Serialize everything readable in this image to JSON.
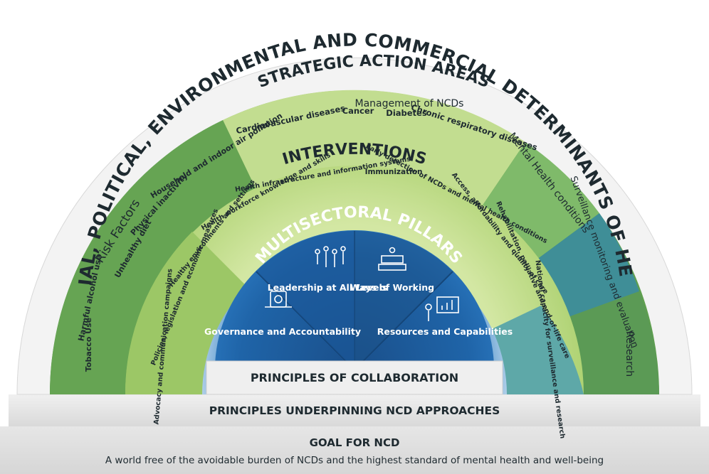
{
  "outer_arc_title": "SOCIAL, POLITICAL, ENVIRONMENTAL AND COMMERCIAL DETERMINANTS OF HEALTH",
  "strategic": {
    "title": "STRATEGIC ACTION AREAS",
    "subtitle": "Management of NCDs",
    "items": [
      "Cardiovascular diseases",
      "Cancer",
      "Diabetes",
      "Chronic respiratory diseases"
    ]
  },
  "risk_factors": {
    "title": "Risk Factors",
    "items": [
      "Tobacco Use",
      "Harmful alcohol use",
      "Unhealthy diet",
      "Physical inactivity",
      "Household and indoor air pollution"
    ]
  },
  "right_areas": {
    "mental_health": "Mental Health conditions",
    "surveillance": "Surveillance monitoring and evaluation",
    "research": "Research"
  },
  "interventions": {
    "title": "INTERVENTIONS",
    "items": [
      "Advocacy and communication campaigns",
      "Policies, legislation and economic measures",
      "Healthy environments and settings",
      "Health workforce knowledge and skills",
      "Health infrastructure and information systems",
      "Immunization",
      "Early detection of NCDs and mental health conditions",
      "Access, affordability and quality of care",
      "Rehabilitation, palliative and end-of-life care",
      "National capacity for surveillance and research"
    ]
  },
  "pillars": {
    "title": "MULTISECTORAL PILLARS",
    "items": [
      "Governance and Accountability",
      "Leadership at All Levels",
      "Ways of Working",
      "Resources and Capabilities"
    ]
  },
  "principles_collab": "PRINCIPLES OF COLLABORATION",
  "principles_underpinning": "PRINCIPLES UNDERPINNING NCD APPROACHES",
  "goal": {
    "title": "GOAL FOR NCD",
    "text": "A world free of the avoidable burden of NCDs and the highest standard of mental health and well-being"
  },
  "colors": {
    "outer_rim": "#f4f4f4",
    "dark_green": "#5d9e4d",
    "light_green": "#bcd98a",
    "mid_green": "#89bb5a",
    "teal": "#3d8f9a",
    "pillar_blue": "#1c5c9a",
    "pillar_light": "#a9cbe6"
  }
}
